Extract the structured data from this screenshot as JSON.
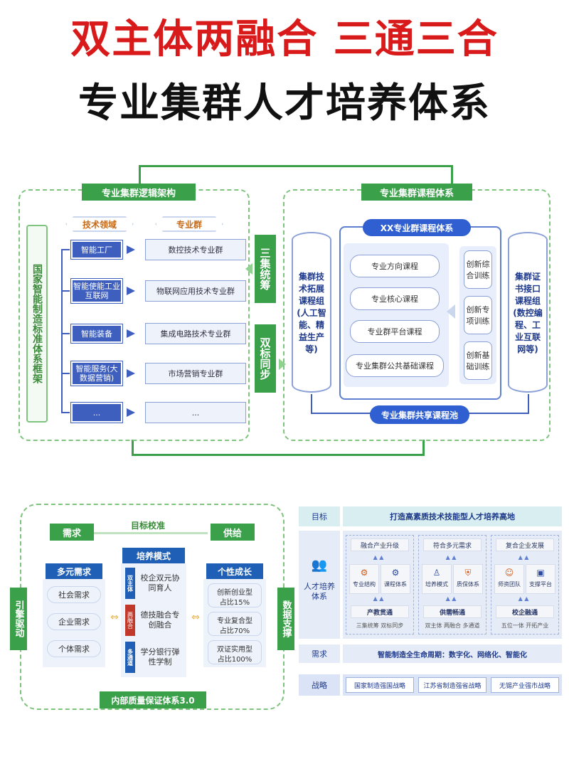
{
  "title_line1": "双主体两融合  三通三合",
  "title_line2": "专业集群人才培养体系",
  "colors": {
    "red": "#d81a1a",
    "green": "#3aa04a",
    "blue": "#3f5fbf"
  },
  "panel1": {
    "left": {
      "title": "专业集群逻辑架构",
      "vertical_label": "国家智能制造标准体系框架",
      "tech_header": "技术领域",
      "group_header": "专业群",
      "rows": [
        {
          "tech": "智能工厂",
          "group": "数控技术专业群"
        },
        {
          "tech": "智能使能工业互联网",
          "group": "物联网应用技术专业群"
        },
        {
          "tech": "智能装备",
          "group": "集成电路技术专业群"
        },
        {
          "tech": "智能服务(大数据营销)",
          "group": "市场营销专业群"
        },
        {
          "tech": "...",
          "group": "..."
        }
      ]
    },
    "middle": {
      "top": "三集统筹",
      "bottom": "双标同步"
    },
    "right": {
      "title": "专业集群课程体系",
      "left_cylinder": "集群技术拓展课程组(人工智能、精益生产等)",
      "right_cylinder": "集群证书接口课程组(数控编程、工业互联网等)",
      "inner_title": "XX专业群课程体系",
      "courses": [
        "专业方向课程",
        "专业核心课程",
        "专业群平台课程",
        "专业集群公共基础课程"
      ],
      "trainings": [
        "创新综合训练",
        "创新专项训练",
        "创新基础训练"
      ],
      "pool": "专业集群共享课程池"
    }
  },
  "panel2": {
    "top_label": "目标校准",
    "demand_tab": "需求",
    "supply_tab": "供给",
    "left_side": "引擎驱动",
    "right_side": "数据支撑",
    "demand_title": "多元需求",
    "demands": [
      "社会需求",
      "企业需求",
      "个体需求"
    ],
    "model_title": "培养模式",
    "models": [
      {
        "tag": "双主体",
        "text": "校企双元协同育人"
      },
      {
        "tag": "两融合",
        "text": "德技融合专创融合"
      },
      {
        "tag": "多通道",
        "text": "学分银行弹性学制"
      }
    ],
    "growth_title": "个性成长",
    "growths": [
      {
        "name": "创新创业型",
        "share": "占比15%"
      },
      {
        "name": "专业复合型",
        "share": "占比70%"
      },
      {
        "name": "双证实用型",
        "share": "占比100%"
      }
    ],
    "bottom": "内部质量保证体系3.0"
  },
  "panel3": {
    "goal_label": "目标",
    "goal_text": "打造高素质技术技能型人才培养高地",
    "system_label": "人才培养体系",
    "columns": [
      {
        "top": "融合产业升级",
        "items": [
          "专业结构",
          "课程体系"
        ],
        "bottom": "产教贯通",
        "note": "三集统筹  双标同步"
      },
      {
        "top": "符合多元需求",
        "items": [
          "培养模式",
          "质保体系"
        ],
        "bottom": "供需畅通",
        "note": "双主体  两融合  多通道"
      },
      {
        "top": "复合企业发展",
        "items": [
          "师资团队",
          "支撑平台"
        ],
        "bottom": "校企融通",
        "note": "五位一体  开拓产业"
      }
    ],
    "need_label": "需求",
    "need_text": "智能制造全生命周期：数字化、网络化、智能化",
    "strategy_label": "战略",
    "strategies": [
      "国家制造强国战略",
      "江苏省制造强省战略",
      "无锡产业强市战略"
    ]
  }
}
